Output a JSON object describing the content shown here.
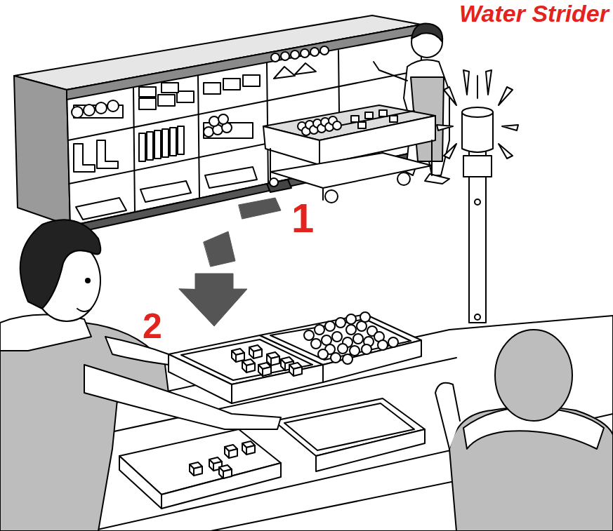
{
  "diagram": {
    "title": "Water Strider",
    "labels": [
      "1",
      "2"
    ]
  }
}
